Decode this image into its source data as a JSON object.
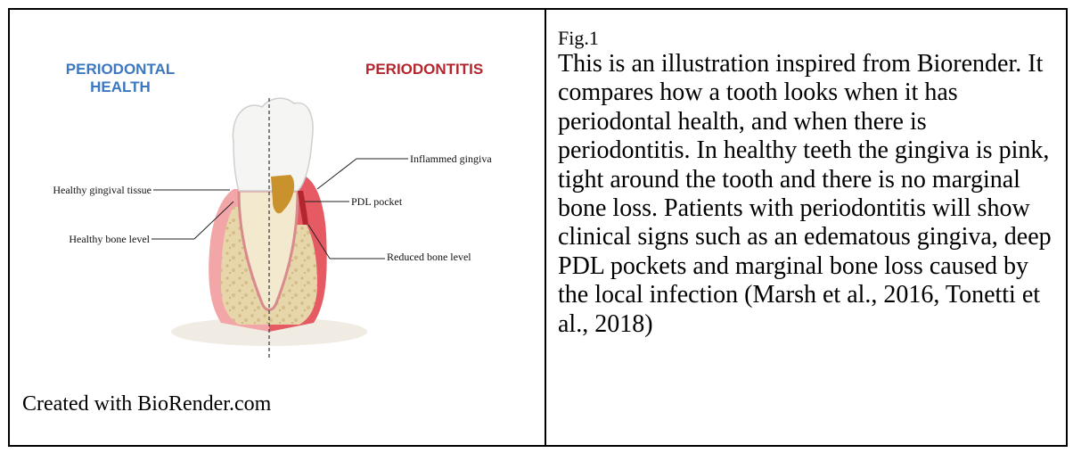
{
  "figure": {
    "left_panel": {
      "heading_health": "PERIODONTAL HEALTH",
      "heading_disease": "PERIODONTITIS",
      "annotations": {
        "inflamed_gingiva": "Inflammed gingiva",
        "healthy_gingival_tissue": "Healthy gingival tissue",
        "pdl_pocket": "PDL pocket",
        "healthy_bone_level": "Healthy bone level",
        "reduced_bone_level": "Reduced bone level"
      },
      "credit": "Created with BioRender.com"
    },
    "right_panel": {
      "fig_label": "Fig.1",
      "caption": "This is an illustration inspired from Biorender. It compares how a tooth looks when it has periodontal health, and when there is periodontitis. In healthy teeth the gingiva is pink, tight around the tooth and there is no marginal bone loss. Patients with periodontitis will show clinical signs such as an edematous gingiva, deep PDL pockets and marginal bone loss caused by the local infection (Marsh et al., 2016, Tonetti et al., 2018)"
    }
  },
  "colors": {
    "health_heading": "#3b78c0",
    "disease_heading": "#b3262e",
    "gingiva": "#f2a6a8",
    "inflamed_gingiva": "#e04a55",
    "bone": "#e8d6ab",
    "enamel": "#f4f4f2",
    "calculus": "#c9922c"
  }
}
